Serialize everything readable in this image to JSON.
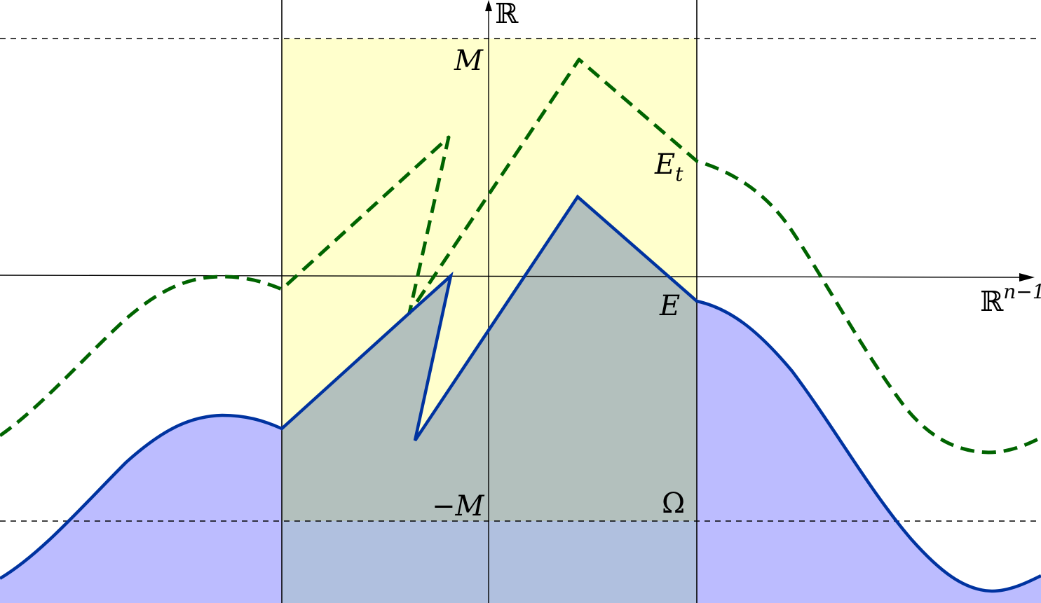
{
  "labels": {
    "y_axis": "ℝ",
    "x_axis_base": "ℝ",
    "x_axis_sup": "n−1",
    "upper_bound": "M",
    "lower_bound": "−M",
    "set_t_base": "E",
    "set_t_sub": "t",
    "set": "E",
    "domain": "Ω"
  },
  "colors": {
    "region_fill": "#bcbcff",
    "strip_fill": "#ffffcc",
    "overlap_fill": "#b3c0bd",
    "overlap_below_fill": "#b0c0df",
    "boundary_curve": "#0033a0",
    "translated_curve": "#006400",
    "axes": "#000000",
    "bound_lines": "#000000"
  }
}
